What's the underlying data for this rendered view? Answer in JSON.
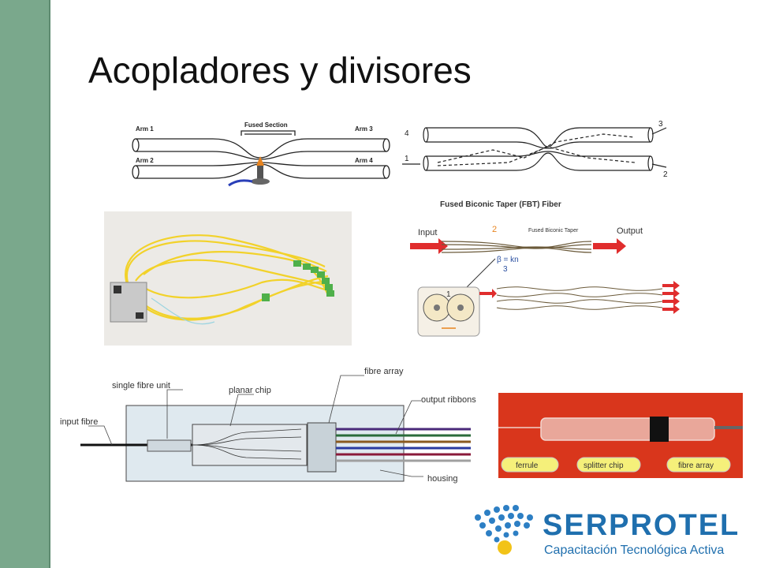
{
  "slide": {
    "title": "Acopladores y divisores"
  },
  "fused_coupler": {
    "arm1": "Arm 1",
    "arm2": "Arm 2",
    "arm3": "Arm 3",
    "arm4": "Arm 4",
    "section": "Fused Section"
  },
  "biconic": {
    "port1": "1",
    "port2": "2",
    "port3": "3",
    "port4": "4"
  },
  "fbt": {
    "heading": "Fused Biconic Taper (FBT) Fiber",
    "input": "Input",
    "output": "Output",
    "taper": "Fused Biconic Taper",
    "n2": "2",
    "beta": "β = kn",
    "n3": "3",
    "n1": "1"
  },
  "planar": {
    "single_fibre_unit": "single fibre unit",
    "planar_chip": "planar chip",
    "fibre_array": "fibre array",
    "output_ribbons": "output ribbons",
    "input_fibre": "input fibre",
    "housing": "housing"
  },
  "splitter_photo": {
    "ferrule": "ferrule",
    "splitter_chip": "splitter chip",
    "fibre_array": "fibre array"
  },
  "brand": {
    "name": "SERPROTEL",
    "tagline": "Capacitación Tecnológica Activa"
  },
  "colors": {
    "sidebar": "#7aa88c",
    "brand_blue": "#1f6fae",
    "fiber_yellow": "#f2d22a",
    "photo_red": "#d9361c",
    "arrow_red": "#e02d2d"
  }
}
